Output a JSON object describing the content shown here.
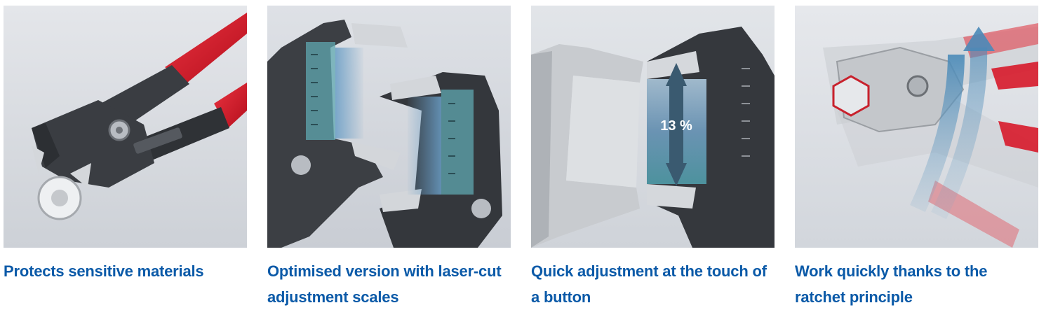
{
  "features": [
    {
      "title": "Protects sensitive materials",
      "image": "pliers-wrench-gripping-fitting",
      "overlay_label": ""
    },
    {
      "title": "Optimised version with laser-cut adjustment scales",
      "image": "pliers-wrench-laser-scales",
      "overlay_label": ""
    },
    {
      "title": "Quick adjustment at the touch of a button",
      "image": "pliers-wrench-jaw-opening",
      "overlay_label": "13 %"
    },
    {
      "title": "Work quickly thanks to the ratchet principle",
      "image": "pliers-wrench-ratchet-motion",
      "overlay_label": ""
    }
  ],
  "colors": {
    "caption": "#0b5aa8",
    "handle_red": "#d7192a",
    "tool_dark": "#3a3d42",
    "chrome": "#c9ccd0",
    "scale_overlay": "#5fa8b0"
  }
}
